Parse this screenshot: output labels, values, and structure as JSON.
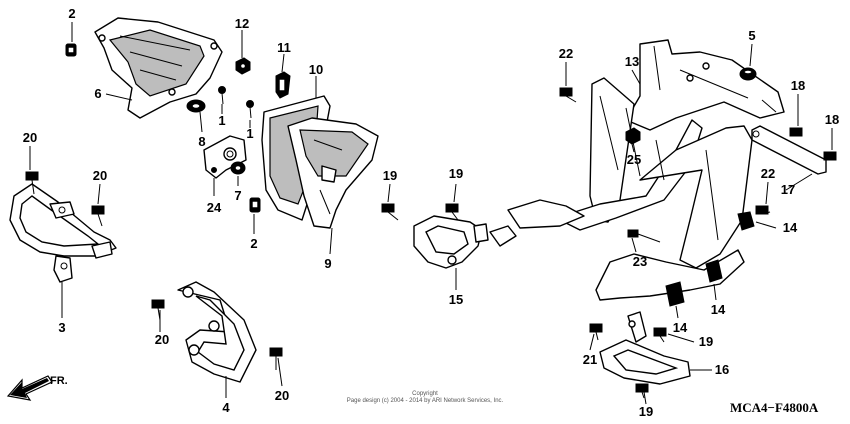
{
  "callouts": {
    "c2a": "2",
    "c12": "12",
    "c11": "11",
    "c10": "10",
    "c6": "6",
    "c1a": "1",
    "c1b": "1",
    "c8": "8",
    "c7": "7",
    "c24": "24",
    "c2b": "2",
    "c9": "9",
    "c20a": "20",
    "c20b": "20",
    "c3": "3",
    "c20c": "20",
    "c4": "4",
    "c20d": "20",
    "c19a": "19",
    "c19b": "19",
    "c15": "15",
    "c22a": "22",
    "c13": "13",
    "c5": "5",
    "c18a": "18",
    "c18b": "18",
    "c25": "25",
    "c22b": "22",
    "c17": "17",
    "c14a": "14",
    "c23": "23",
    "c14b": "14",
    "c14c": "14",
    "c19c": "19",
    "c21": "21",
    "c16": "16",
    "c19d": "19"
  },
  "copyright": {
    "line1": "Copyright",
    "line2": "Page design (c) 2004 - 2014 by ARI Network Services, Inc."
  },
  "front_arrow_label": "FR.",
  "diagram_code": "MCA4−F4800A"
}
